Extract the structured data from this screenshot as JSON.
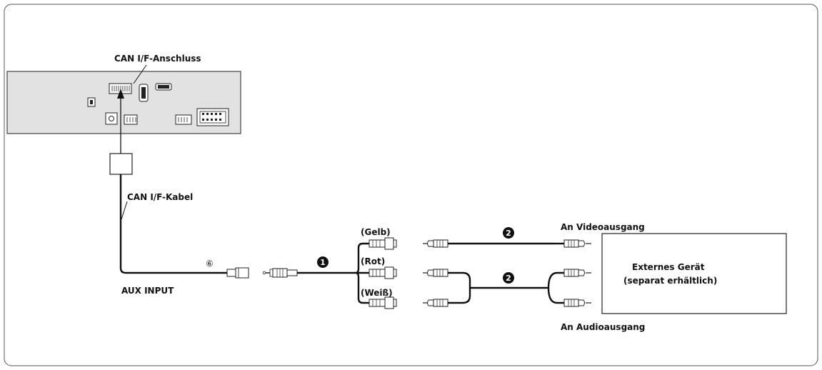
{
  "labels": {
    "can_if_connector": "CAN I/F-Anschluss",
    "can_if_cable": "CAN I/F-Kabel",
    "aux_input": "AUX INPUT",
    "yellow": "(Gelb)",
    "red": "(Rot)",
    "white": "(Weiß)",
    "video_out": "An Videoausgang",
    "audio_out": "An Audioausgang",
    "device_line1": "Externes Gerät",
    "device_line2": "(separat erhältlich)"
  },
  "markers": {
    "item_6": "⑥",
    "badge_1": "1",
    "badge_2_video": "2",
    "badge_2_audio": "2"
  }
}
